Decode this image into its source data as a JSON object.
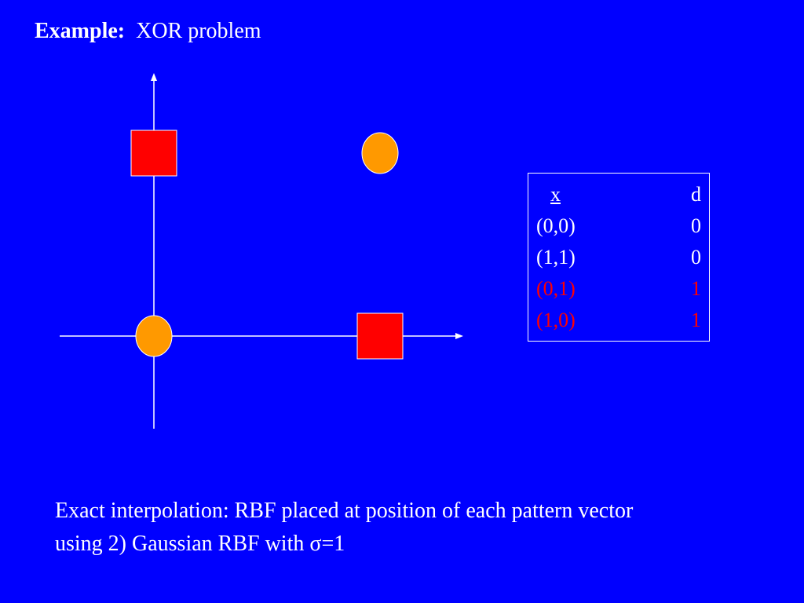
{
  "title": {
    "bold": "Example:",
    "rest": "XOR problem"
  },
  "colors": {
    "background": "#0000ff",
    "class0": "#ff9900",
    "class1": "#ff0000",
    "text": "#ffffff"
  },
  "plot": {
    "points": [
      {
        "x": 0,
        "y": 0,
        "d": 0,
        "shape": "circle"
      },
      {
        "x": 1,
        "y": 1,
        "d": 0,
        "shape": "circle"
      },
      {
        "x": 0,
        "y": 1,
        "d": 1,
        "shape": "square"
      },
      {
        "x": 1,
        "y": 0,
        "d": 1,
        "shape": "square"
      }
    ]
  },
  "table": {
    "header": {
      "x": "x",
      "d": "d"
    },
    "rows": [
      {
        "x": "(0,0)",
        "d": "0",
        "color": "#ffffff"
      },
      {
        "x": "(1,1)",
        "d": "0",
        "color": "#ffffff"
      },
      {
        "x": "(0,1)",
        "d": "1",
        "color": "#ff0000"
      },
      {
        "x": "(1,0)",
        "d": "1",
        "color": "#ff0000"
      }
    ]
  },
  "caption": {
    "line1": "Exact interpolation: RBF placed at position of each pattern vector",
    "line2": "using 2) Gaussian RBF with σ=1"
  }
}
